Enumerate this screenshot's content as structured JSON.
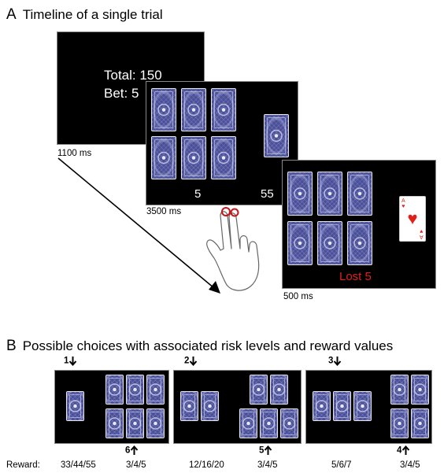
{
  "panel_a": {
    "letter": "A",
    "title": "Timeline of a single trial",
    "screen1": {
      "total_line": "Total: 150",
      "bet_line": "Bet: 5",
      "duration": "1100 ms"
    },
    "screen2": {
      "left_number": "5",
      "right_number": "55",
      "duration": "3500 ms"
    },
    "screen3": {
      "outcome": "Lost 5",
      "duration": "500 ms",
      "card_index": "A"
    }
  },
  "panel_b": {
    "letter": "B",
    "title": "Possible choices with associated risk levels and reward values",
    "reward_label": "Reward:",
    "choices": [
      {
        "top_label": "1",
        "bottom_label": "6",
        "left_reward": "33/44/55",
        "right_reward": "3/4/5"
      },
      {
        "top_label": "2",
        "bottom_label": "5",
        "left_reward": "12/16/20",
        "right_reward": "3/4/5"
      },
      {
        "top_label": "3",
        "bottom_label": "4",
        "left_reward": "5/6/7",
        "right_reward": "3/4/5"
      }
    ]
  },
  "colors": {
    "screen_bg": "#000000",
    "card_back": "#4a4f9a",
    "loss_text": "#e01e1e",
    "heart": "#e0201a"
  },
  "icons": [
    "down-arrow-icon",
    "up-arrow-icon",
    "hand-press-icon",
    "timeline-arrow-icon",
    "heart-suit-icon"
  ]
}
